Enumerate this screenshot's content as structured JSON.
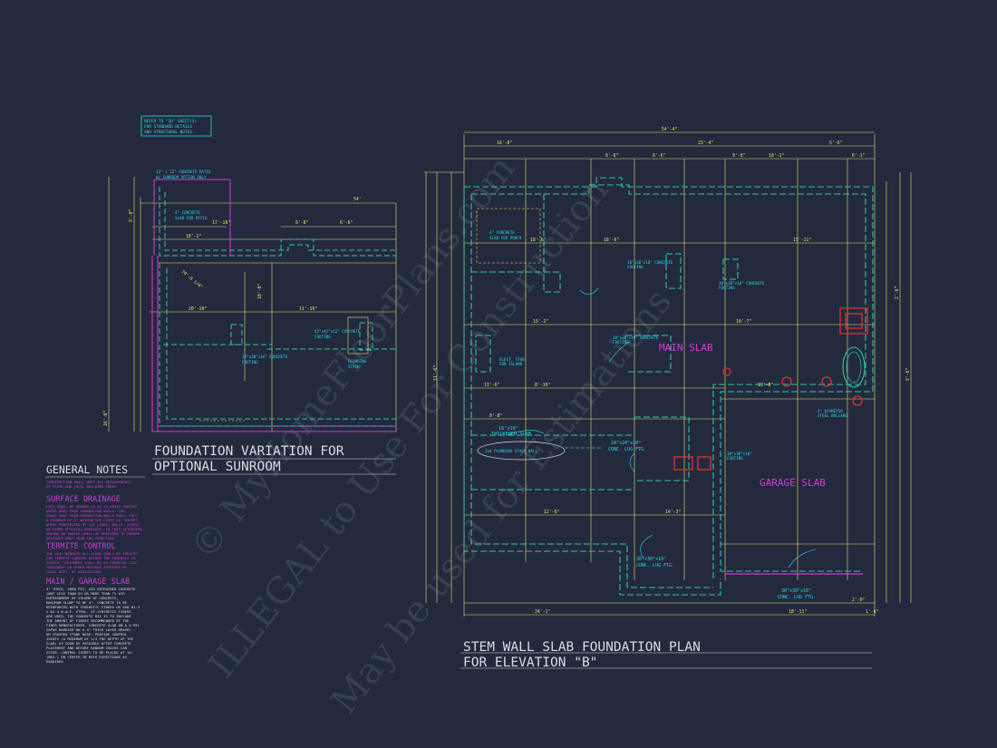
{
  "colors": {
    "background": "#232a3e",
    "wall": "#e8e26a",
    "slab": "#2ec4a6",
    "note": "#2ad8e0",
    "magenta": "#d43ad8",
    "red": "#e23030",
    "white": "#d8dce6",
    "watermark": "#3a4258"
  },
  "ref_note": [
    "REFER TO \"SD\" SHEET(S)",
    "FOR STANDARD DETAILS",
    "AND STRUCTURAL NOTES."
  ],
  "sunroom": {
    "title_line1": "FOUNDATION VARIATION FOR",
    "title_line2": "OPTIONAL SUNROOM",
    "patio_label": [
      "4\" CONCRETE",
      "SLAB FOR PATIO"
    ],
    "patio_top_note": [
      "12\" x 12\" CONCRETE PATIO",
      "W/ SUNROOM OPTION ONLY"
    ],
    "footing_label_1": [
      "42\"x42\"x12\" CONCRETE",
      "FOOTING"
    ],
    "footing_label_2": [
      "30\"x30\"x10\" CONCRETE",
      "FOOTING"
    ],
    "plumbing_label": [
      "PLUMBING",
      "STACK"
    ],
    "dims": [
      "54'",
      "6'-8\"",
      "6'-6\"",
      "18'-2\"",
      "17'-10\"",
      "74'-8 1/4\"",
      "20'-10\"",
      "11'-10\"",
      "9'-0\"",
      "16'-0\"",
      "10'-0\""
    ]
  },
  "notes": {
    "heading": "GENERAL NOTES",
    "general_text": [
      "CONSTRUCTION SHALL MEET ALL REQUIREMENTS",
      "OF STATE AND LOCAL BUILDING CODES"
    ],
    "drainage_heading": "SURFACE DRAINAGE",
    "drainage_text": [
      "LOTS SHALL BE GRADED SO AS TO DRAIN SURFACE",
      "WATER AWAY FROM FOUNDATION WALLS. THE",
      "GRADE AWAY FROM FOUNDATION WALLS SHALL FALL",
      "A MINIMUM OF 6\" WITHIN THE FIRST 10' EXCEPT",
      "WHERE PROHIBITED BY LOT LINES, WALLS, SLOPES",
      "OR OTHER PHYSICAL BARRIERS. IN THIS SITUATION",
      "DRAINS OR SWALES SHALL BE PROVIDED TO ENSURE",
      "DRAINAGE AWAY FROM THE STRUCTURE."
    ],
    "termite_heading": "TERMITE CONTROL",
    "termite_text": [
      "THE SOIL BENEATH ALL SLABS SHALL BE TREATED",
      "FOR TERMITE CONTROL BEFORE THE CONCRETE IS",
      "PLACED. TREATMENT SHALL BE BY CHEMICAL SOIL",
      "TREATMENT OR OTHER METHODS APPROVED BY",
      "LOCAL DEPT. OF AGRICULTURE"
    ],
    "slab_heading": "MAIN / GARAGE SLAB",
    "slab_text": [
      "4\" THICK, 3000 PSI, AIR ENTRAINED CONCRETE",
      "(NOT LESS THAN 5% OR MORE THAN 7% AIR",
      "ENTRAINMENT BY VOLUME OF CONCRETE,",
      "MAXIMUM SLUMP TO BE 4\". CONCRETE TO BE",
      "REINFORCED WITH SYNTHETIC FIBERS OR 6X6 W1.4",
      "X W1.4 W.W.F. STEEL. IF SYNTHETIC FIBERS",
      "ARE USED, THE CONCRETE MIX IS TO INCLUDE",
      "THE AMOUNT OF FIBERS RECOMMENDED BY THE",
      "FIBER MANUFACTURER. CONCRETE SLAB ON A 6 MIL",
      "VAPOR BARRIER ON A 4\" THICK LAYER GRAVEL",
      "OR CRUSHED STONE BASE. PROVIDE CONTROL",
      "JOINTS (A MINIMUM OF 1/4 THE DEPTH OF THE",
      "SLAB) AS SOON AS POSSIBLE AFTER CONCRETE",
      "PLACEMENT AND BEFORE RANDOM CRACKS CAN",
      "OCCUR. CONTROL JOINTS TO BE PLACED AT 10'",
      "(MAX.) ON CENTER IN BOTH DIRECTIONS AS",
      "REQUIRED."
    ]
  },
  "main_plan": {
    "title_line1": "STEM WALL SLAB FOUNDATION PLAN",
    "title_line2": "FOR ELEVATION \"B\"",
    "main_slab_label": "MAIN SLAB",
    "garage_slab_label": "GARAGE SLAB",
    "porch_label": [
      "4\" CONCRETE",
      "SLAB FOR PORCH"
    ],
    "thickened_slab": [
      "16\"x10\"",
      "THICKENED SLAB"
    ],
    "plumbing_wall": "2x6 PLUMBING STACK WALL",
    "conc_lug_1": [
      "24\"x24\"x10\"",
      "CONC. LUG FTG."
    ],
    "conc_lug_2": [
      "30\"x30\"x10\"",
      "CONC. LUG FTG."
    ],
    "conc_lug_3": [
      "30\"x30\"x10\"",
      "CONC. LUG FTG."
    ],
    "footing_a": [
      "30\"x30\"x10\" CONCRETE",
      "FOOTING"
    ],
    "footing_b": [
      "30\"x30\"x10\" CONCRETE",
      "FOOTING"
    ],
    "footing_c": [
      "30\"x30\"x10\" CONCRETE",
      "FOOTING"
    ],
    "footing_d": [
      "30\"x30\"x10\"",
      "FOOTING"
    ],
    "steel_bollard": [
      "3\" DIAMETER",
      "STEEL BOLLARD"
    ],
    "elect_stub": [
      "ELECT. STUB",
      "FOR ISLAND"
    ],
    "dim_top": [
      "54'-4\"",
      "16'-8\"",
      "6'-6\"",
      "6'-6\"",
      "23'-4\"",
      "10'-1\"",
      "9'-0\"",
      "6'-1\"",
      "5'-6\""
    ],
    "dim_bottom": [
      "34'-1\"",
      "18'-11\"",
      "2'-0\"",
      "1'-6\""
    ],
    "dim_inner": [
      "18'-6\"",
      "18'-6\"",
      "15'-11\"",
      "10'-7\"",
      "15'-2\"",
      "13'-6\"",
      "8'-10\"",
      "8'-8\"",
      "19'-8\"",
      "14'-3\"",
      "12'-6\"",
      "11'-6\"",
      "9'-6\"",
      "2'-6\""
    ]
  },
  "watermark": [
    "© MyHomeFloorPlans.com",
    "ILLEGAL to Use For Construction",
    "May be used for Estimations"
  ]
}
